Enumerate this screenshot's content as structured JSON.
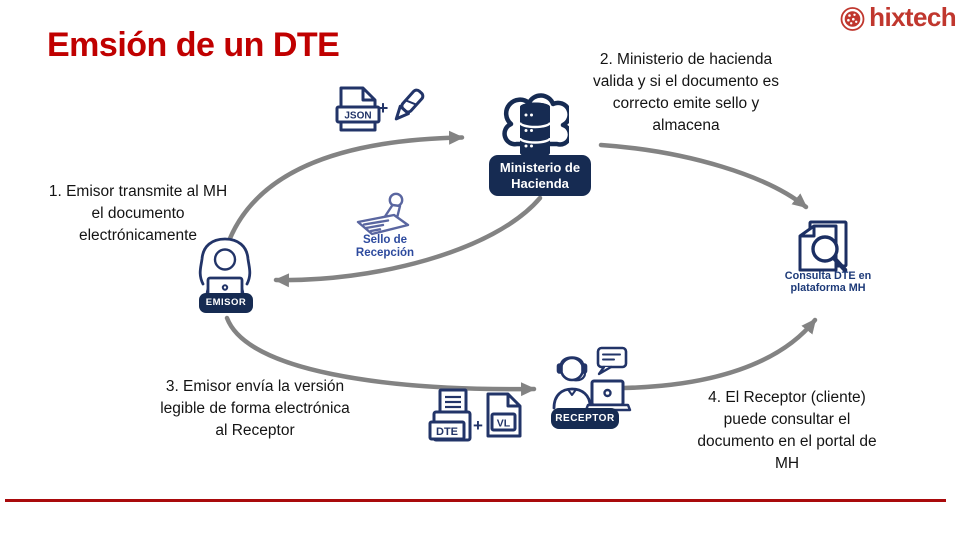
{
  "title": "Emsión de un DTE",
  "brand": {
    "name": "hixtech"
  },
  "steps": {
    "s1": "1. Emisor transmite al MH\nel documento\nelectrónicamente",
    "s2": "2. Ministerio de hacienda\nvalida y si el documento es\ncorrecto emite sello y\nalmacena",
    "s3": "3. Emisor envía la versión\nlegible de forma electrónica\nal Receptor",
    "s4": "4. El Receptor (cliente)\npuede consultar el\ndocumento en el portal de\nMH"
  },
  "labels": {
    "ministerio": "Ministerio de\nHacienda",
    "emisor": "EMISOR",
    "receptor": "RECEPTOR",
    "sello": "Sello de\nRecepción",
    "consulta": "Consulta DTE en\nplataforma MH",
    "json_file": "JSON",
    "dte_file": "DTE",
    "vl_file": "VL",
    "plus": "+"
  },
  "colors": {
    "title_red": "#c00000",
    "brand_red": "#c0372e",
    "navy": "#223468",
    "pill_navy": "#162b52",
    "arrow_gray": "#838383",
    "divider_red": "#a90a0c",
    "stamp_slate": "#5a66a0",
    "sello_text_blue": "#2d4a9e",
    "consulta_text_blue": "#1d3a78"
  }
}
